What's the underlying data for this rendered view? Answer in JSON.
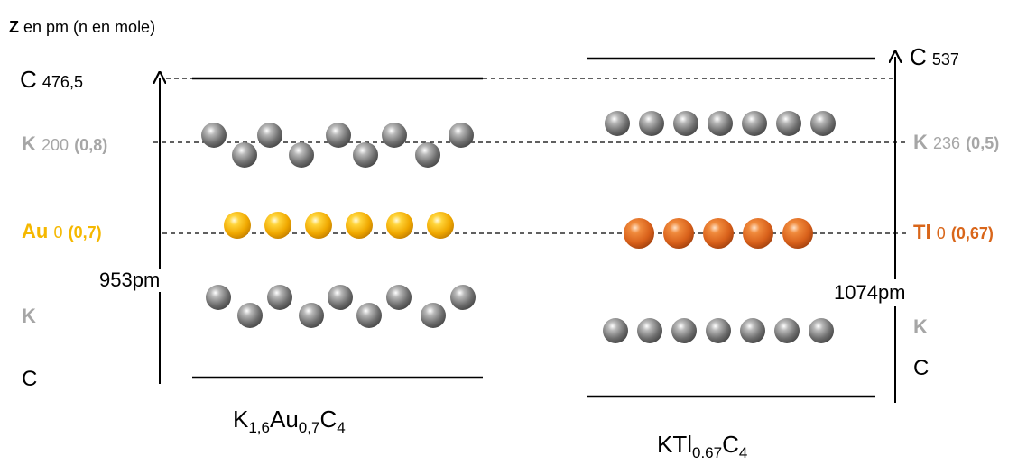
{
  "header": {
    "z_symbol": "Z",
    "z_text": " en pm (n en mole)"
  },
  "colors": {
    "K": "#a6a6a6",
    "Au": "#f5b800",
    "Tl": "#d9661a",
    "line": "#000000"
  },
  "left": {
    "C_top_symbol": "C",
    "C_top_value": "476,5",
    "K_top_symbol": "K",
    "K_top_value": "200",
    "K_top_n": "(0,8)",
    "Au_symbol": "Au",
    "Au_value": "0",
    "Au_n": "(0,7)",
    "height_label": "953pm",
    "K_bottom_symbol": "K",
    "C_bottom_symbol": "C",
    "formula": {
      "p1": "K",
      "s1": "1,6",
      "p2": "Au",
      "s2": "0,7",
      "p3": "C",
      "s3": "4"
    }
  },
  "right": {
    "C_top_symbol": "C",
    "C_top_value": "537",
    "K_top_symbol": "K",
    "K_top_value": "236",
    "K_top_n": "(0,5)",
    "Tl_symbol": "Tl",
    "Tl_value": "0",
    "Tl_n": "(0,67)",
    "height_label": "1074pm",
    "K_bottom_symbol": "K",
    "C_bottom_symbol": "C",
    "formula": {
      "p1": "KTl",
      "s1": "0.67",
      "p2": "C",
      "s2": "4"
    }
  }
}
